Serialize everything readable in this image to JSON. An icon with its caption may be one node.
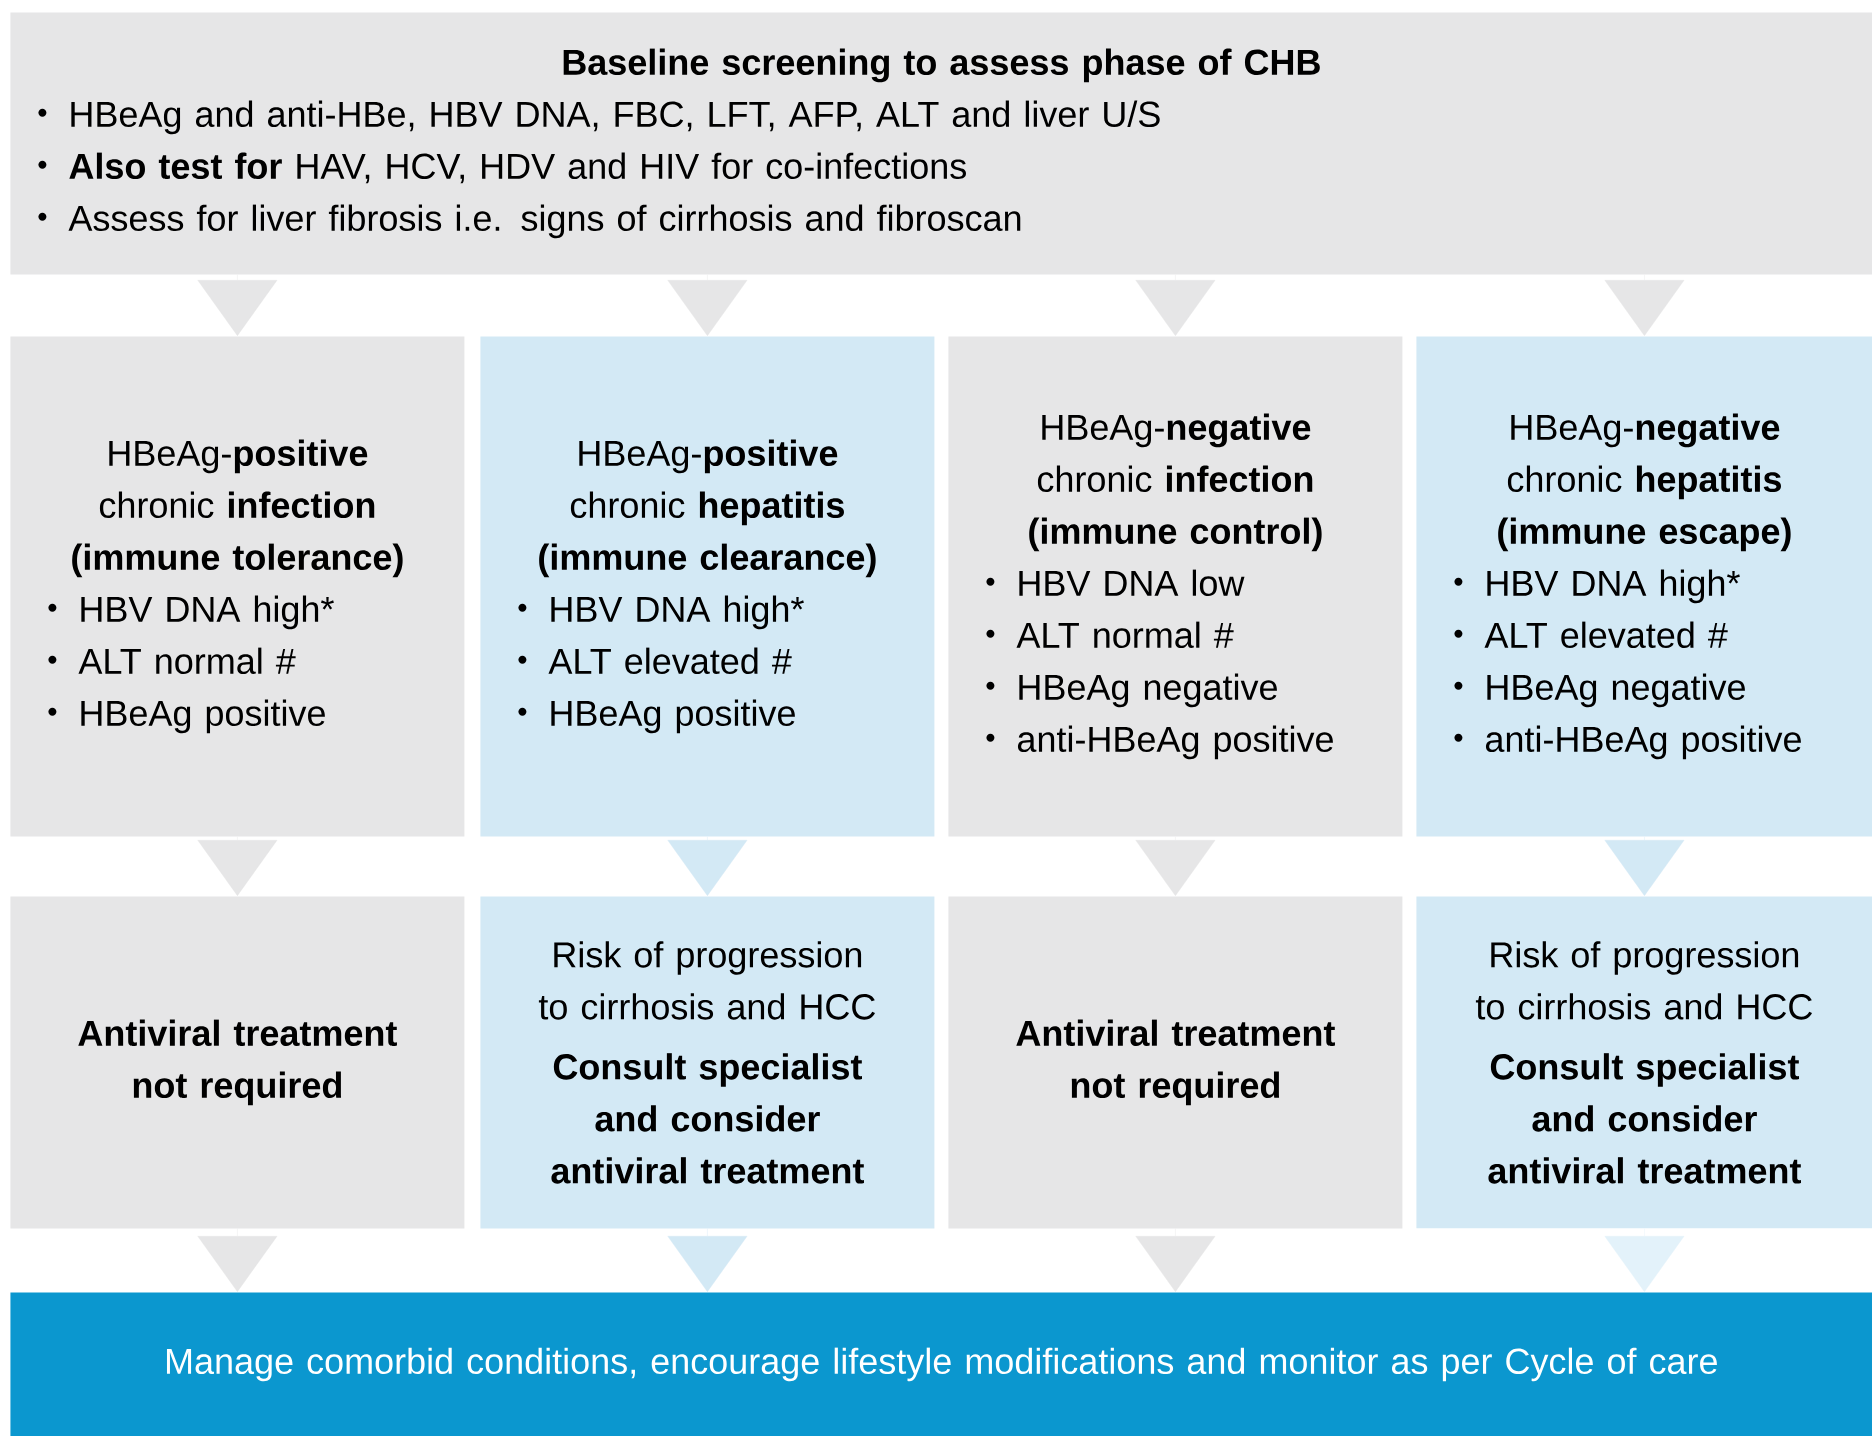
{
  "diagram": {
    "nodes": [
      {
        "text": [
          "Baseline screening to assess phase of CHB",
          "HBeAg and anti-HBe, HBV DNA, FBC, LFT, AFP, ALT and liver U/S",
          "**Also test for** HAV, HCV, HDV and HIV for co-infections",
          "Assess for liver fibrosis i.e. signs of cirrhosis and fibroscan"
        ]
      },
      {
        "text": [
          "HBeAg-**positive** chronic **infection (immune tolerance)**",
          "HBV DNA high*",
          "ALT normal #",
          "HBeAg positive"
        ]
      },
      {
        "text": [
          "HBeAg-**positive** chronic **hepatitis (immune clearance)**",
          "HBV DNA high*",
          "ALT elevated #",
          "HBeAg positive"
        ]
      },
      {
        "text": [
          "HBeAg-**negative** chronic **infection (immune control)**",
          "HBV DNA low",
          "ALT normal #",
          "HBeAg negative",
          "anti-HBeAg positive"
        ]
      },
      {
        "text": [
          "HBeAg-**negative** chronic **hepatitis (immune escape)**",
          "HBV DNA high*",
          "ALT elevated #",
          "HBeAg negative",
          "anti-HBeAg positive"
        ]
      },
      {
        "text": [
          "Antiviral treatment not required"
        ]
      },
      {
        "text": [
          "Risk of progression to cirrhosis and HCC",
          "Consult specialist and consider antiviral treatment"
        ]
      },
      {
        "text": [
          "Antiviral treatment not required"
        ]
      },
      {
        "text": [
          "Risk of progression to cirrhosis and HCC",
          "Consult specialist and consider antiviral treatment"
        ]
      },
      {
        "text": [
          "Manage comorbid conditions, encourage lifestyle modifications and monitor as per Cycle of care"
        ]
      }
    ],
    "edges": [
      {
        "from": 0,
        "to": 1,
        "arrow": "to"
      },
      {
        "from": 0,
        "to": 2,
        "arrow": "to"
      },
      {
        "from": 0,
        "to": 3,
        "arrow": "to"
      },
      {
        "from": 0,
        "to": 4,
        "arrow": "to"
      },
      {
        "from": 1,
        "to": 5,
        "arrow": "to"
      },
      {
        "from": 2,
        "to": 6,
        "arrow": "to"
      },
      {
        "from": 3,
        "to": 7,
        "arrow": "to"
      },
      {
        "from": 4,
        "to": 8,
        "arrow": "to"
      },
      {
        "from": 5,
        "to": 9,
        "arrow": "to"
      },
      {
        "from": 6,
        "to": 9,
        "arrow": "to"
      },
      {
        "from": 7,
        "to": 9,
        "arrow": "to"
      },
      {
        "from": 8,
        "to": 9,
        "arrow": "to",
        "color": "#e3f2fa"
      }
    ]
  }
}
